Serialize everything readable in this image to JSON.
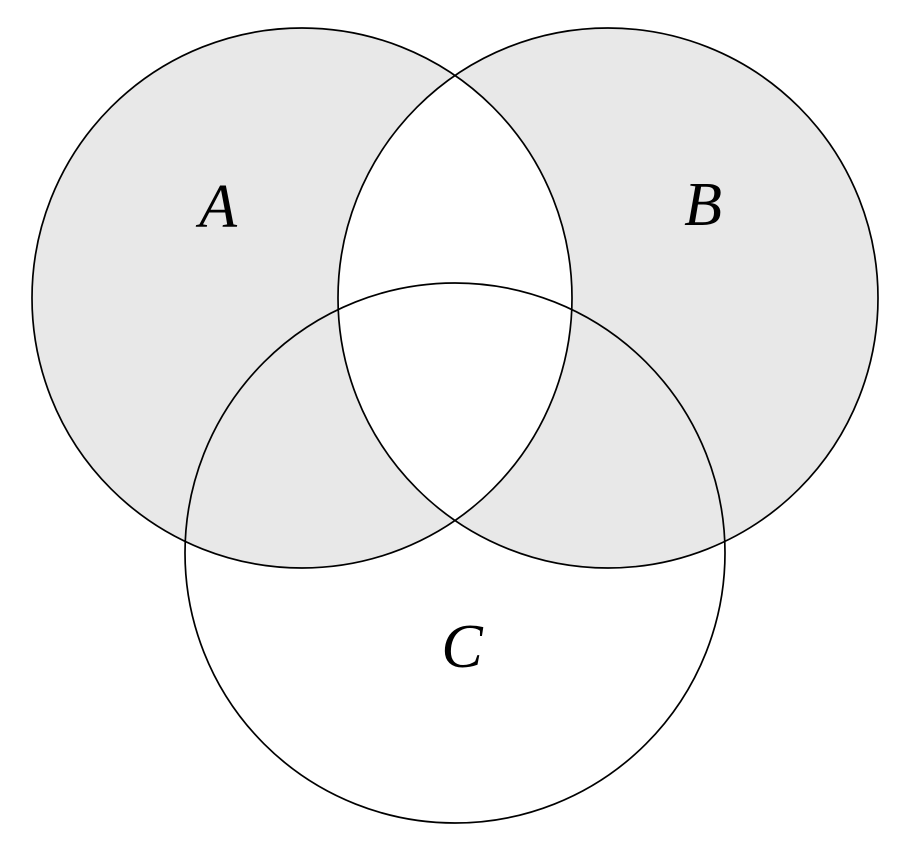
{
  "diagram": {
    "type": "venn-3-sets",
    "title": "",
    "background_color": "#ffffff",
    "stroke_color": "#000000",
    "shade_color": "#e8e8e8",
    "shaded_region": "(A ∪ B) − (A ∩ B)",
    "sets": [
      {
        "label": "A",
        "shaded": true
      },
      {
        "label": "B",
        "shaded": true
      },
      {
        "label": "C",
        "shaded": false
      }
    ]
  }
}
